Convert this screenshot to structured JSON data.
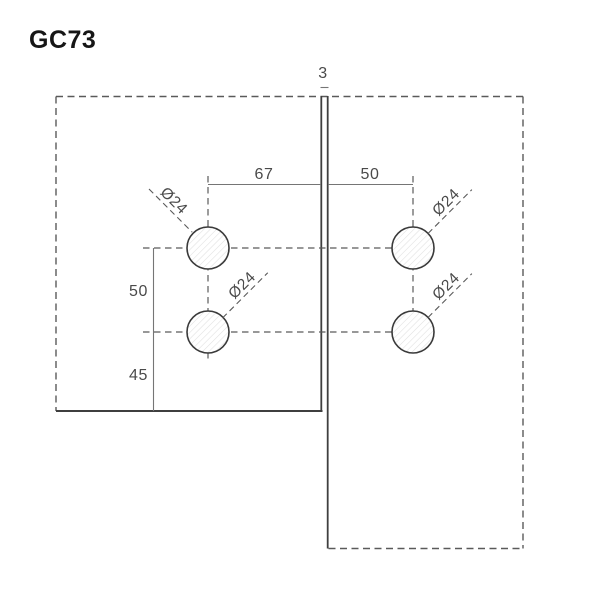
{
  "title": "GC73",
  "colors": {
    "background": "#ffffff",
    "line_dark": "#3f3f3f",
    "line_dashed": "#5a5a5a",
    "dimension_line": "#757575",
    "text": "#4a4a4a",
    "title_text": "#161616",
    "hatch": "#e0e0e0"
  },
  "dimensions": {
    "glass_gap": {
      "label": "3"
    },
    "span_left_top": {
      "label": "67"
    },
    "span_right_top": {
      "label": "50"
    },
    "vertical_upper": {
      "label": "50"
    },
    "vertical_lower": {
      "label": "45"
    }
  },
  "holes": [
    {
      "label": "Ø24"
    },
    {
      "label": "Ø24"
    },
    {
      "label": "Ø24"
    },
    {
      "label": "Ø24"
    }
  ]
}
